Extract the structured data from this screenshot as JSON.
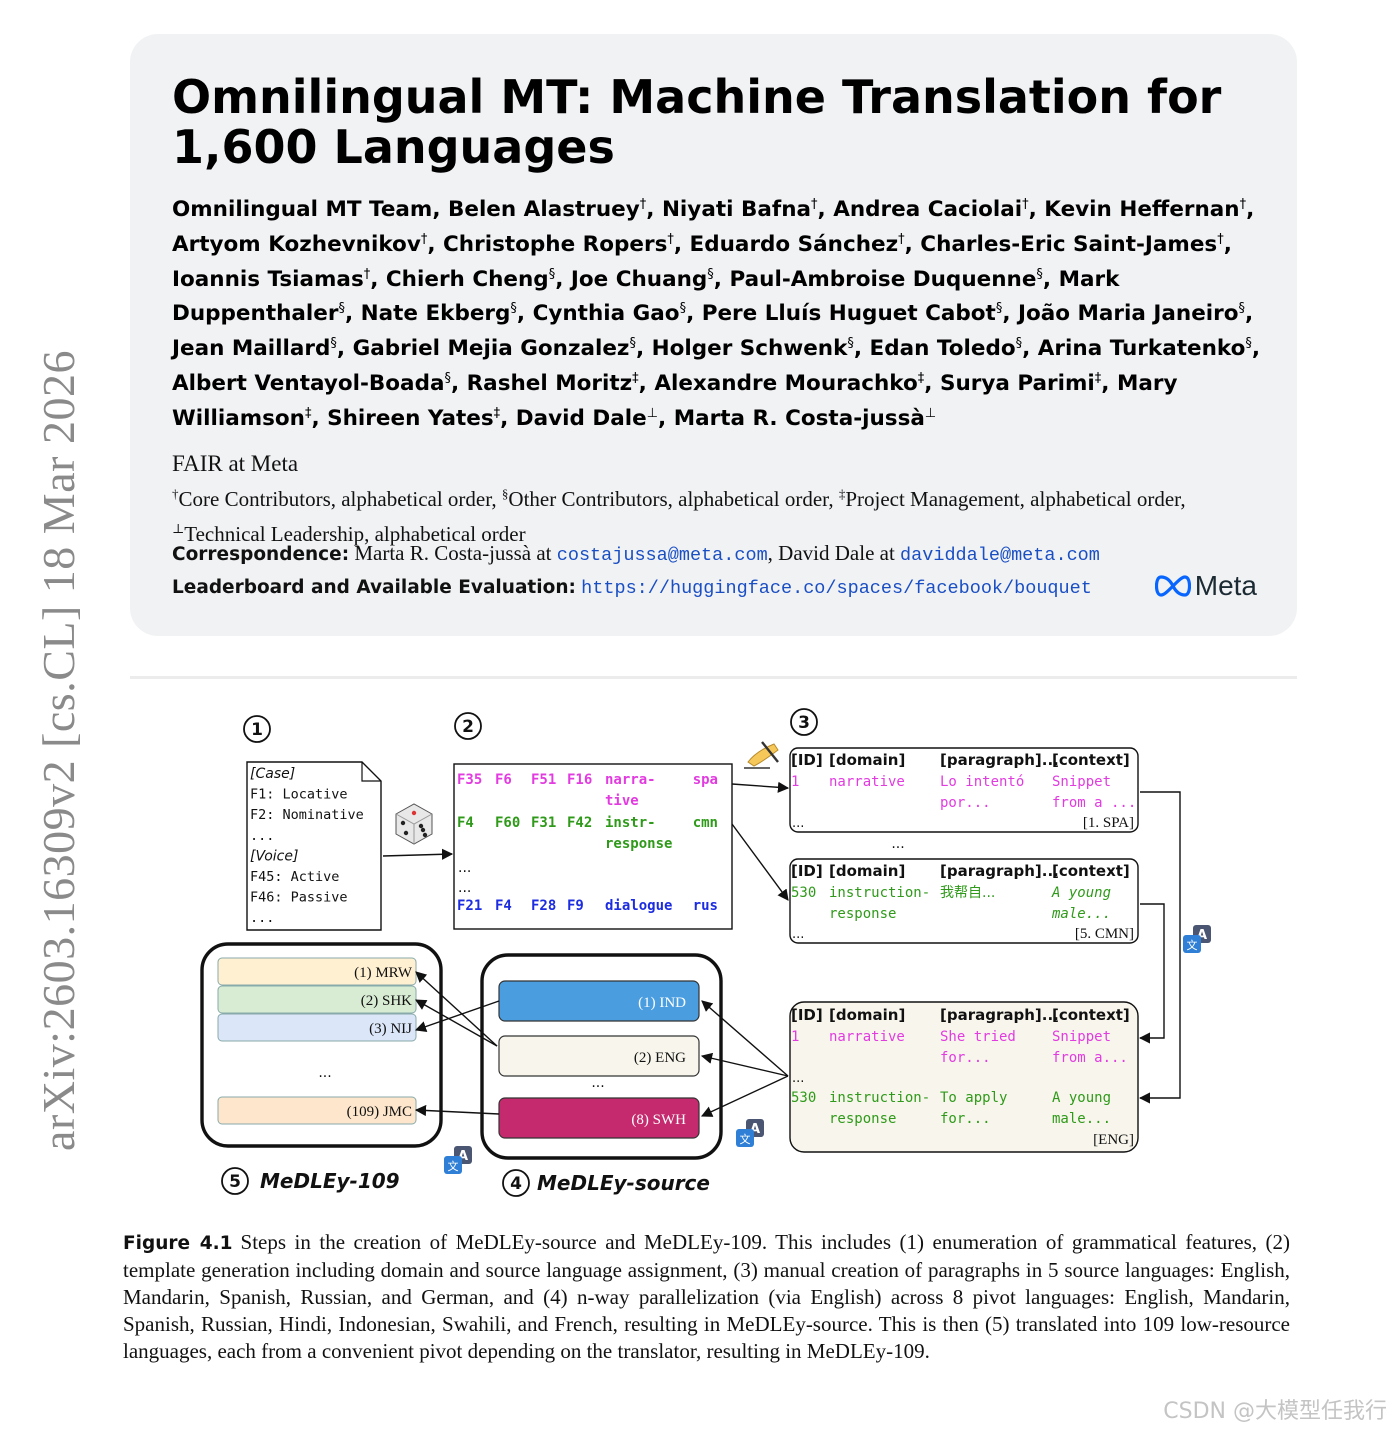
{
  "arxiv_id": "arXiv:2603.16309v2  [cs.CL]  18 Mar 2026",
  "title": "Omnilingual MT: Machine Translation for 1,600 Languages",
  "authors": [
    {
      "name": "Omnilingual MT Team",
      "mark": ""
    },
    {
      "name": "Belen Alastruey",
      "mark": "†"
    },
    {
      "name": "Niyati Bafna",
      "mark": "†"
    },
    {
      "name": "Andrea Caciolai",
      "mark": "†"
    },
    {
      "name": "Kevin Heffernan",
      "mark": "†"
    },
    {
      "name": "Artyom Kozhevnikov",
      "mark": "†"
    },
    {
      "name": "Christophe Ropers",
      "mark": "†"
    },
    {
      "name": "Eduardo Sánchez",
      "mark": "†"
    },
    {
      "name": "Charles-Eric Saint-James",
      "mark": "†"
    },
    {
      "name": "Ioannis Tsiamas",
      "mark": "†"
    },
    {
      "name": "Chierh Cheng",
      "mark": "§"
    },
    {
      "name": "Joe Chuang",
      "mark": "§"
    },
    {
      "name": "Paul-Ambroise Duquenne",
      "mark": "§"
    },
    {
      "name": "Mark Duppenthaler",
      "mark": "§"
    },
    {
      "name": "Nate Ekberg",
      "mark": "§"
    },
    {
      "name": "Cynthia Gao",
      "mark": "§"
    },
    {
      "name": "Pere Lluís Huguet Cabot",
      "mark": "§"
    },
    {
      "name": "João Maria Janeiro",
      "mark": "§"
    },
    {
      "name": "Jean Maillard",
      "mark": "§"
    },
    {
      "name": "Gabriel Mejia Gonzalez",
      "mark": "§"
    },
    {
      "name": "Holger Schwenk",
      "mark": "§"
    },
    {
      "name": "Edan Toledo",
      "mark": "§"
    },
    {
      "name": "Arina Turkatenko",
      "mark": "§"
    },
    {
      "name": "Albert Ventayol-Boada",
      "mark": "§"
    },
    {
      "name": "Rashel Moritz",
      "mark": "‡"
    },
    {
      "name": "Alexandre Mourachko",
      "mark": "‡"
    },
    {
      "name": "Surya Parimi",
      "mark": "‡"
    },
    {
      "name": "Mary Williamson",
      "mark": "‡"
    },
    {
      "name": "Shireen Yates",
      "mark": "‡"
    },
    {
      "name": "David Dale",
      "mark": "⊥"
    },
    {
      "name": "Marta R. Costa-jussà",
      "mark": "⊥"
    }
  ],
  "affiliation": "FAIR at Meta",
  "contributions": [
    {
      "mark": "†",
      "text": "Core Contributors, alphabetical order"
    },
    {
      "mark": "§",
      "text": "Other Contributors, alphabetical order"
    },
    {
      "mark": "‡",
      "text": "Project Management, alphabetical order"
    },
    {
      "mark": "⊥",
      "text": "Technical Leadership, alphabetical order"
    }
  ],
  "correspondence": {
    "label": "Correspondence:",
    "name1": "Marta R. Costa-jussà",
    "at": "at",
    "email1": "costajussa@meta.com",
    "name2": "David Dale",
    "email2": "daviddale@meta.com"
  },
  "leaderboard": {
    "label": "Leaderboard and Available Evaluation:",
    "url": "https://huggingface.co/spaces/facebook/bouquet"
  },
  "logo_text": "Meta",
  "figure": {
    "colors": {
      "magenta": "#e23be0",
      "green": "#2f9a1a",
      "blue": "#1c2ce0",
      "card_fill": "#f8f6ec",
      "ind": "#4a9ee0",
      "swh": "#c52a6e",
      "mrw": "#fff0d2",
      "shk": "#d8ecd4",
      "nij": "#dbe6f8",
      "jmc": "#fde6cc"
    },
    "step_labels": [
      "1",
      "2",
      "3",
      "4",
      "5"
    ],
    "ellipsis": "...",
    "features_doc": {
      "lines": [
        {
          "text": "[Case]",
          "kind": "hdr"
        },
        {
          "text": "F1: Locative",
          "kind": "mono"
        },
        {
          "text": "F2: Nominative",
          "kind": "mono"
        },
        {
          "text": "...",
          "kind": "mono"
        },
        {
          "text": "[Voice]",
          "kind": "hdr"
        },
        {
          "text": "F45: Active",
          "kind": "mono"
        },
        {
          "text": "F46: Passive",
          "kind": "mono"
        },
        {
          "text": "...",
          "kind": "mono"
        }
      ]
    },
    "templates": [
      {
        "features": [
          "F35",
          "F6",
          "F51",
          "F16"
        ],
        "domain": [
          "narra-",
          "tive"
        ],
        "lang": "spa",
        "color": "magenta"
      },
      {
        "features": [
          "F4",
          "F60",
          "F31",
          "F42"
        ],
        "domain": [
          "instr-",
          "response"
        ],
        "lang": "cmn",
        "color": "green"
      },
      {
        "features": [
          "F21",
          "F4",
          "F28",
          "F9"
        ],
        "domain": [
          "dialogue"
        ],
        "lang": "rus",
        "color": "blue"
      }
    ],
    "table_headers": [
      "[ID]",
      "[domain]",
      "[paragraph]...",
      "[context]"
    ],
    "spa_table": {
      "id": "1",
      "domain": [
        "narrative"
      ],
      "paragraph": [
        "Lo intentó",
        "por..."
      ],
      "context": [
        "Snippet",
        "from a ..."
      ],
      "tag": "[1. SPA]"
    },
    "cmn_table": {
      "id": "530",
      "domain": [
        "instruction-",
        "response"
      ],
      "paragraph": [
        "我帮自..."
      ],
      "context": [
        "A young",
        "male..."
      ],
      "tag": "[5. CMN]"
    },
    "eng_table": {
      "rows": [
        {
          "id": "1",
          "domain": [
            "narrative"
          ],
          "paragraph": [
            "She tried",
            "for..."
          ],
          "context": [
            "Snippet",
            "from a..."
          ],
          "color": "magenta"
        },
        {
          "id": "530",
          "domain": [
            "instruction-",
            "response"
          ],
          "paragraph": [
            "To apply",
            "for..."
          ],
          "context": [
            "A young",
            "male..."
          ],
          "color": "green"
        }
      ],
      "tag": "[ENG]"
    },
    "source_langs": [
      {
        "label": "(1) IND",
        "color": "ind",
        "text_color": "#ffffff"
      },
      {
        "label": "(2) ENG",
        "color": "card_fill",
        "text_color": "#111111"
      },
      {
        "label": "(8) SWH",
        "color": "swh",
        "text_color": "#ffffff"
      }
    ],
    "target_langs": [
      {
        "label": "(1) MRW",
        "color": "mrw"
      },
      {
        "label": "(2)  SHK",
        "color": "shk"
      },
      {
        "label": "(3)   NIJ",
        "color": "nij"
      },
      {
        "label": "(109)  JMC",
        "color": "jmc"
      }
    ],
    "medley_109_label": "MeDLEy-109",
    "medley_source_label": "MeDLEy-source",
    "translate_icon": {
      "glyph_a": "A",
      "glyph_zh": "文"
    }
  },
  "caption": {
    "label": "Figure 4.1",
    "text": "Steps in the creation of MeDLEy-source and MeDLEy-109. This includes (1) enumeration of grammatical features, (2) template generation including domain and source language assignment, (3) manual creation of paragraphs in 5 source languages: English, Mandarin, Spanish, Russian, and German, and (4) n-way parallelization (via English) across 8 pivot languages: English, Mandarin, Spanish, Russian, Hindi, Indonesian, Swahili, and French, resulting in MeDLEy-source. This is then (5) translated into 109  low-resource languages, each from a convenient pivot depending on the translator, resulting in MeDLEy-109."
  },
  "watermark": "CSDN @大模型任我行"
}
